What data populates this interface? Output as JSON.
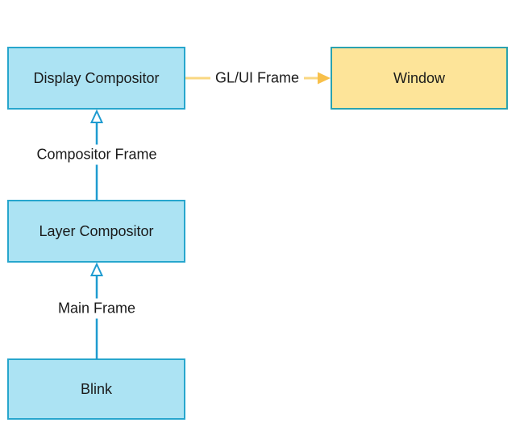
{
  "nodes": {
    "display_compositor": {
      "label": "Display Compositor"
    },
    "window": {
      "label": "Window"
    },
    "layer_compositor": {
      "label": "Layer Compositor"
    },
    "blink": {
      "label": "Blink"
    }
  },
  "edges": {
    "main_frame": {
      "label": "Main Frame",
      "from": "Blink",
      "to": "Layer Compositor"
    },
    "compositor_frame": {
      "label": "Compositor Frame",
      "from": "Layer Compositor",
      "to": "Display Compositor"
    },
    "gl_ui_frame": {
      "label": "GL/UI Frame",
      "from": "Display Compositor",
      "to": "Window"
    }
  },
  "colors": {
    "node_fill": "#ace3f3",
    "node_border": "#27a6cd",
    "window_fill": "#fde499",
    "window_border": "#2ba2af",
    "blue_arrow": "#1e9bd0",
    "yellow_line": "#f9d781",
    "yellow_arrowhead": "#f8c04a",
    "label_text": "#1a1a1a",
    "background": "#ffffff"
  }
}
